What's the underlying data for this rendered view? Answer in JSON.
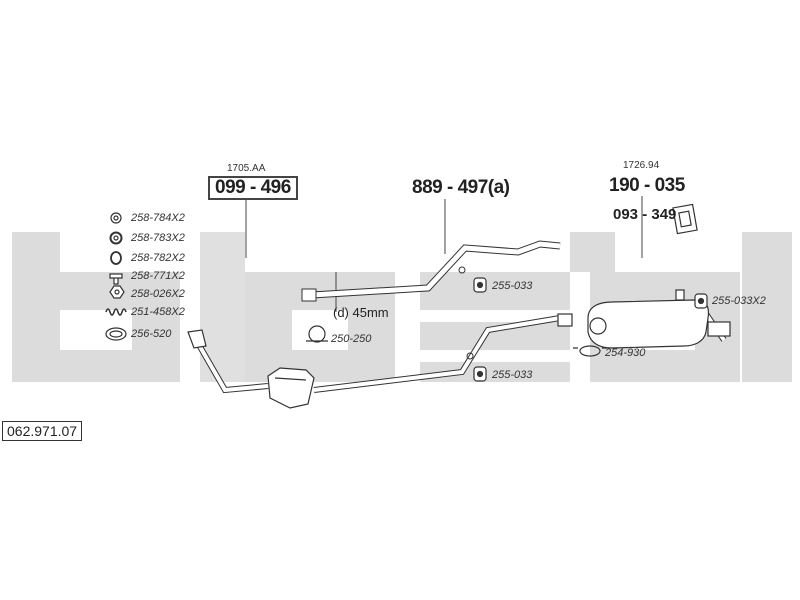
{
  "diagram": {
    "catalog_number": "062.971.07",
    "brand_watermark": "bosal",
    "accessories": [
      {
        "part": "258-784X2",
        "icon": "nut-ring-icon"
      },
      {
        "part": "258-783X2",
        "icon": "ring-icon"
      },
      {
        "part": "258-782X2",
        "icon": "gasket-icon"
      },
      {
        "part": "258-771X2",
        "icon": "bolt-icon"
      },
      {
        "part": "258-026X2",
        "icon": "hex-nut-icon"
      },
      {
        "part": "251-458X2",
        "icon": "spring-icon"
      },
      {
        "part": "256-520",
        "icon": "sealing-ring-icon"
      }
    ],
    "front_pipe": {
      "ref": "1705.AA",
      "part": "099 - 496"
    },
    "middle_pipe": {
      "part": "889 - 497(a)",
      "diameter": "(d) 45mm"
    },
    "rear_silencer": {
      "ref": "1726.94",
      "part": "190 - 035",
      "fitting_kit": "093 - 349"
    },
    "hangers": {
      "upper_mid": "255-033",
      "lower_mid": "255-033",
      "rear": "255-033X2"
    },
    "clamps": {
      "front": "250-250",
      "rear": "254-930"
    }
  }
}
